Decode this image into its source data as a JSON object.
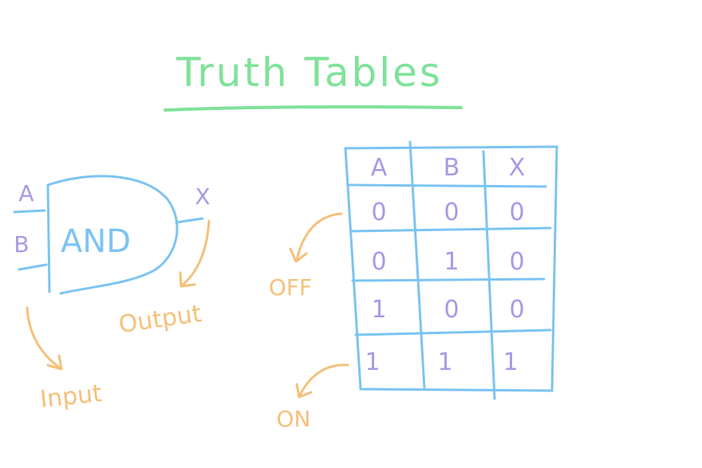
{
  "title": "Truth Tables",
  "gate": {
    "label": "AND",
    "input_a": "A",
    "input_b": "B",
    "output": "X",
    "input_caption": "Input",
    "output_caption": "Output"
  },
  "table": {
    "headers": [
      "A",
      "B",
      "X"
    ],
    "rows": [
      [
        "0",
        "0",
        "0"
      ],
      [
        "0",
        "1",
        "0"
      ],
      [
        "1",
        "0",
        "0"
      ],
      [
        "1",
        "1",
        "1"
      ]
    ]
  },
  "annotations": {
    "off": "OFF",
    "on": "ON"
  },
  "colors": {
    "title": "#7fe29a",
    "wire": "#7cc4f2",
    "letters": "#a79ae6",
    "notes": "#f5c07a"
  }
}
